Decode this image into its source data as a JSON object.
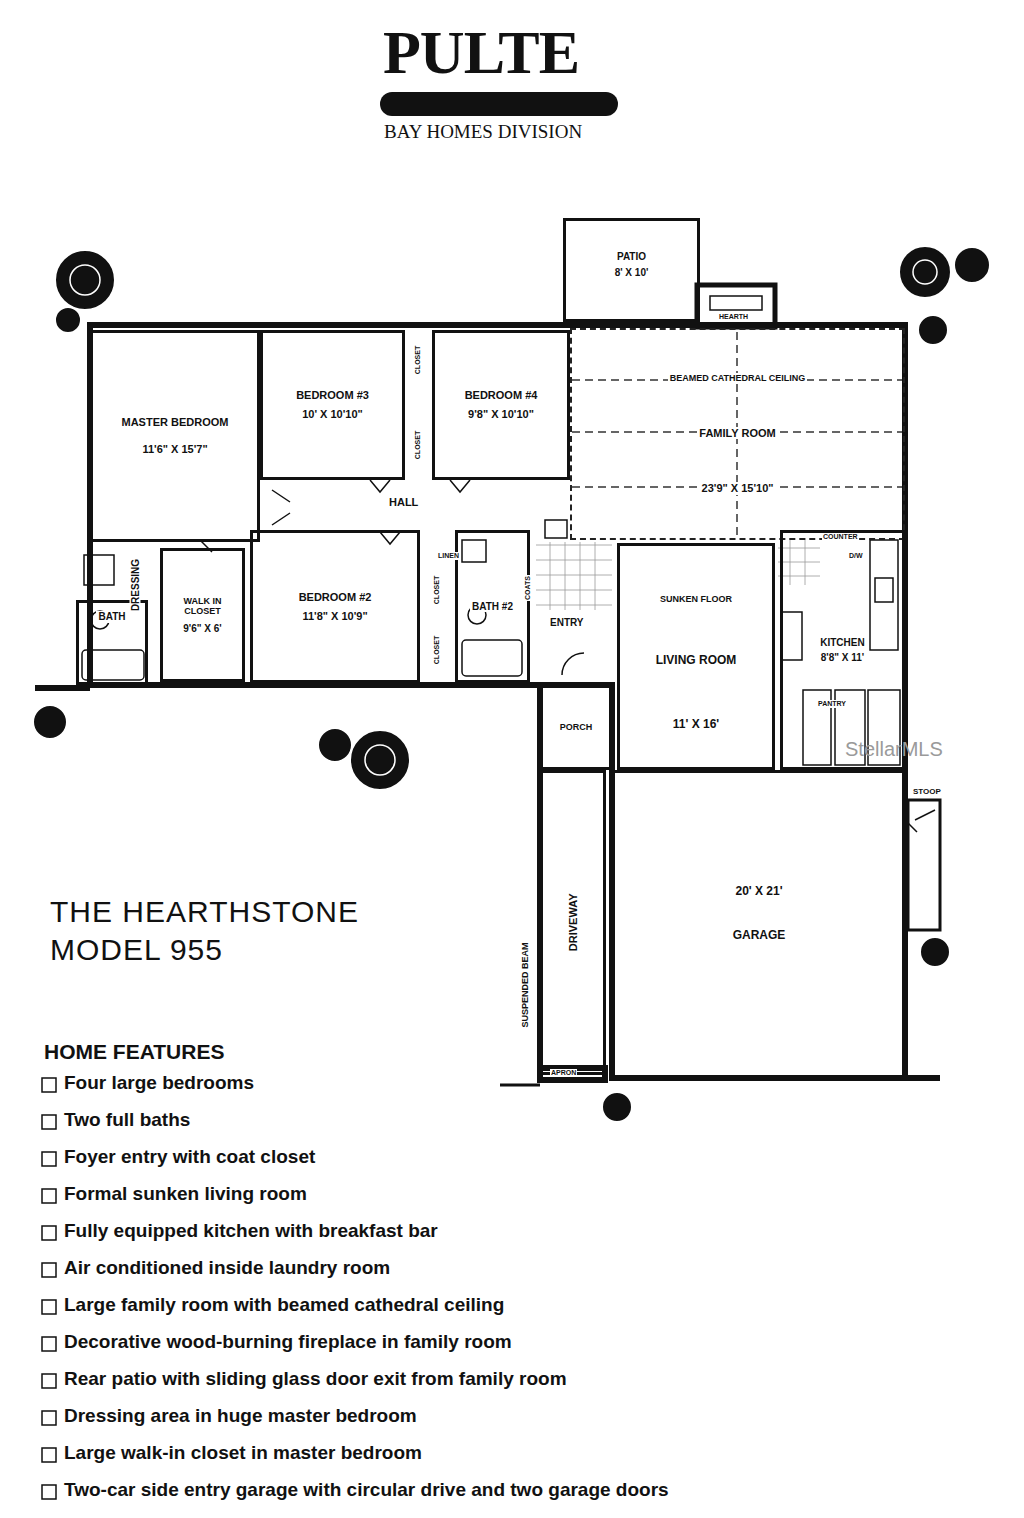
{
  "diagram": {
    "title": "THE HEARTHSTONE MODEL 955",
    "nodes": [
      {
        "text": [
          "PATIO",
          "8' X 10'"
        ]
      },
      {
        "text": [
          "MASTER BEDROOM",
          "11'6\" X 15'7\""
        ]
      },
      {
        "text": [
          "BEDROOM #3",
          "10' X 10'10\""
        ]
      },
      {
        "text": [
          "BEDROOM #4",
          "9'8\" X 10'10\""
        ]
      },
      {
        "text": [
          "BEAMED CATHEDRAL CEILING",
          "FAMILY ROOM",
          "23'9\" X 15'10\""
        ]
      },
      {
        "text": [
          "BEDROOM #2",
          "11'8\" X 10'9\""
        ]
      },
      {
        "text": [
          "BATH #2"
        ]
      },
      {
        "text": [
          "SUNKEN FLOOR",
          "LIVING ROOM",
          "11' X 16'"
        ]
      },
      {
        "text": [
          "KITCHEN",
          "8'8\" X 11'"
        ]
      },
      {
        "text": [
          "WALK IN CLOSET",
          "9'6\" X 6'"
        ]
      },
      {
        "text": [
          "BATH"
        ]
      },
      {
        "text": [
          "20' X 21'",
          "GARAGE"
        ]
      },
      {
        "text": [
          "PORCH"
        ]
      },
      {
        "text": [
          "DRIVEWAY"
        ]
      }
    ],
    "labels": [
      "PULTE",
      "BAY HOMES DIVISION",
      "HALL",
      "DRESSING",
      "ENTRY",
      "HEARTH",
      "CLOSET",
      "CLOSET",
      "CLOSET",
      "CLOSET",
      "LINEN",
      "COATS",
      "COUNTER",
      "D/W",
      "PANTRY",
      "SUSPENDED BEAM",
      "STOOP",
      "APRON",
      "HOME FEATURES",
      "Four large bedrooms",
      "Two full baths",
      "Foyer entry with coat closet",
      "Formal sunken living room",
      "Fully equipped kitchen with breakfast bar",
      "Air conditioned inside laundry room",
      "Large family room with beamed cathedral ceiling",
      "Decorative wood-burning fireplace in family room",
      "Rear patio with sliding glass door exit from family room",
      "Dressing area in huge master bedroom",
      "Large walk-in closet in master bedroom",
      "Two-car side entry garage with circular drive and two garage doors",
      "StellarMLS"
    ]
  }
}
